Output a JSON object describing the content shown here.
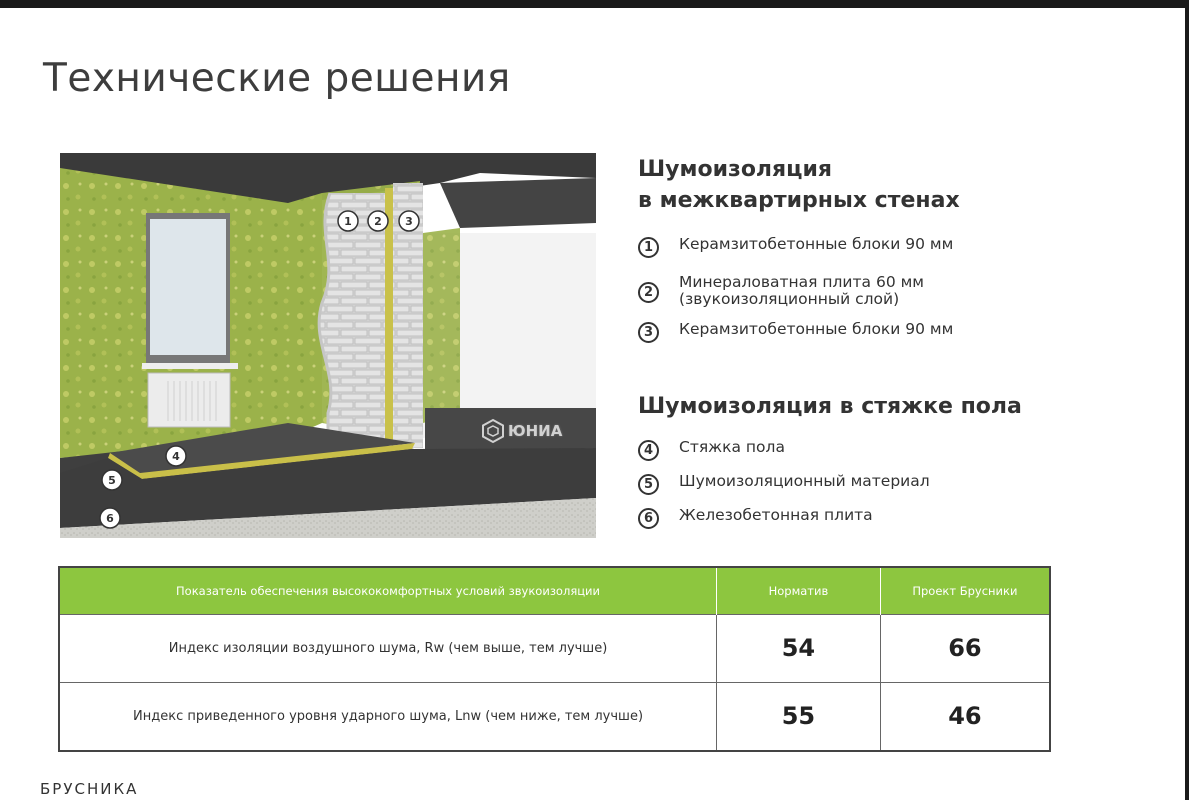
{
  "page": {
    "title": "Технические решения",
    "brand": "БРУСНИКА"
  },
  "illustration": {
    "markers": [
      "1",
      "2",
      "3",
      "4",
      "5",
      "6"
    ],
    "watermark": "ЮНИА"
  },
  "wall_section": {
    "title_line1": "Шумоизоляция",
    "title_line2": "в межквартирных стенах",
    "items": [
      {
        "num": "1",
        "text": "Керамзитобетонные блоки 90 мм"
      },
      {
        "num": "2",
        "text": "Минераловатная плита 60 мм\n(звукоизоляционный слой)"
      },
      {
        "num": "3",
        "text": "Керамзитобетонные блоки 90 мм"
      }
    ]
  },
  "floor_section": {
    "title": "Шумоизоляция в стяжке пола",
    "items": [
      {
        "num": "4",
        "text": "Стяжка пола"
      },
      {
        "num": "5",
        "text": "Шумоизоляционный материал"
      },
      {
        "num": "6",
        "text": "Железобетонная плита"
      }
    ]
  },
  "table": {
    "headers": [
      "Показатель обеспечения высококомфортных условий звукоизоляции",
      "Норматив",
      "Проект Брусники"
    ],
    "rows": [
      [
        "Индекс изоляции воздушного шума, Rw (чем выше, тем лучше)",
        "54",
        "66"
      ],
      [
        "Индекс приведенного уровня ударного шума, Lnw (чем ниже, тем лучше)",
        "55",
        "46"
      ]
    ]
  },
  "colors": {
    "accent_green": "#8dc63f",
    "text_dark": "#333333"
  }
}
